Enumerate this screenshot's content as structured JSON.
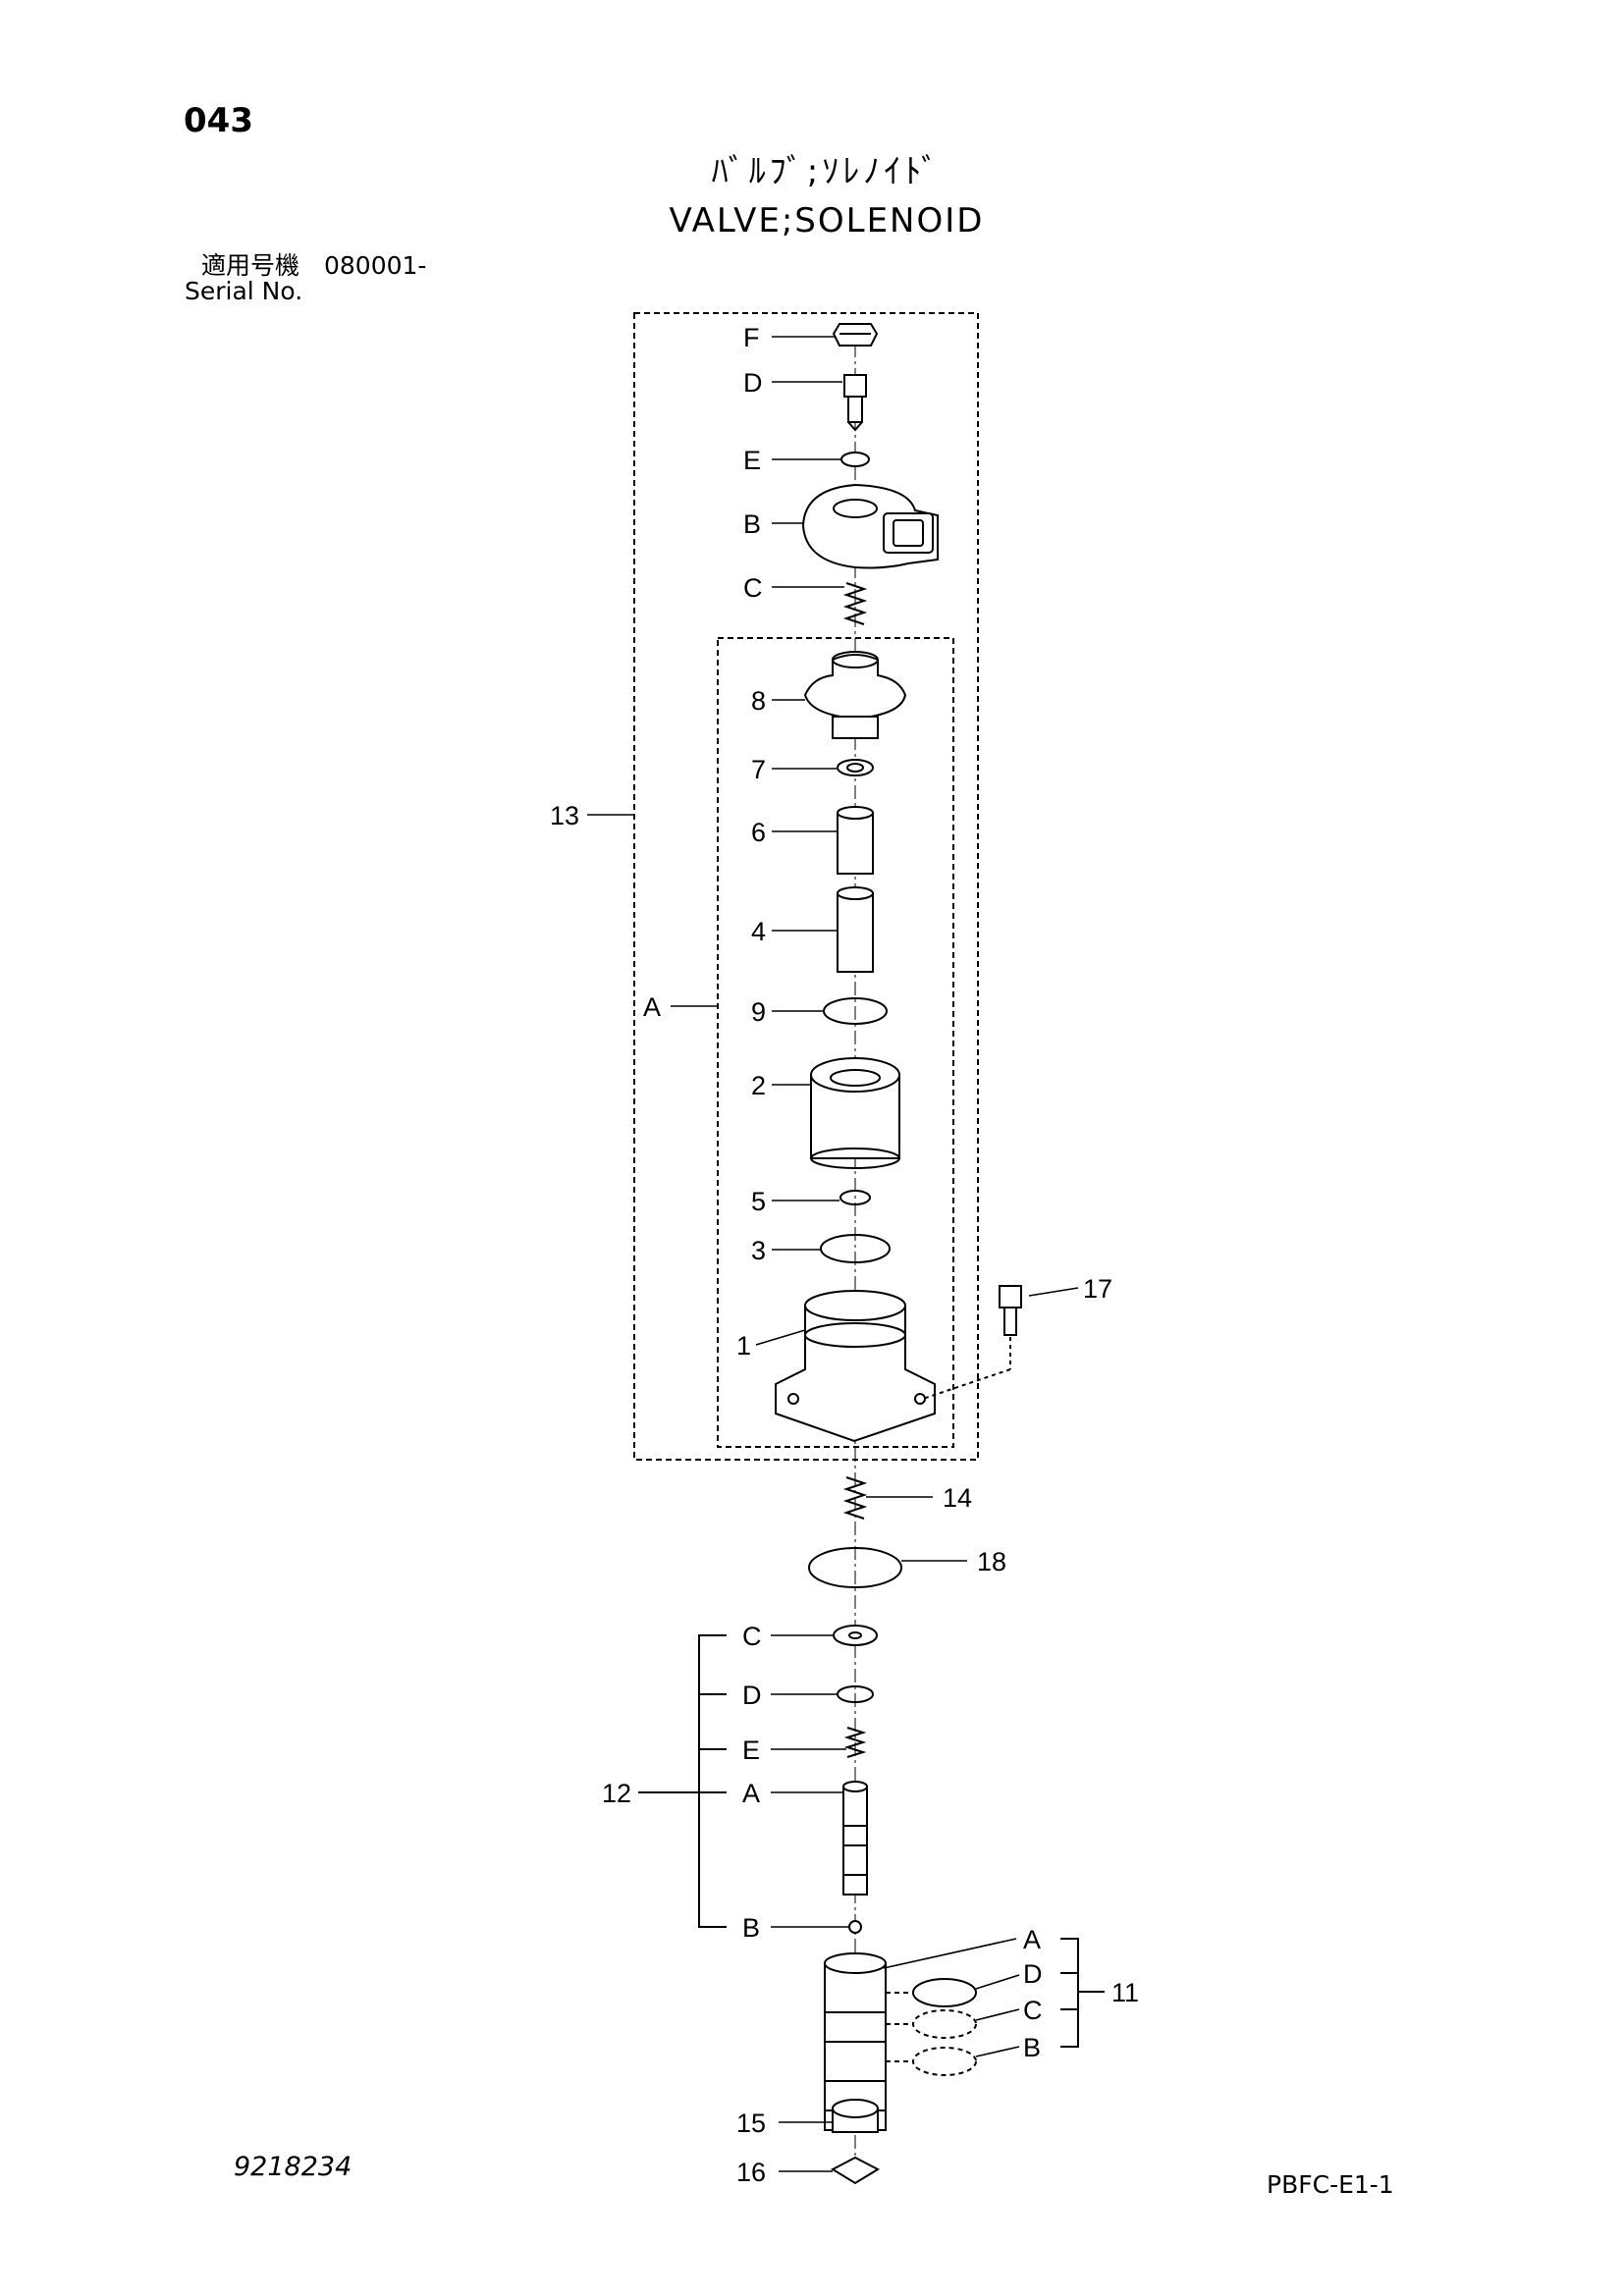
{
  "header": {
    "page_number": "043",
    "title_jp": "ﾊﾞﾙﾌﾞ;ｿﾚﾉｲﾄﾞ",
    "title_en": "VALVE;SOLENOID",
    "serial_label_jp": "適用号機　080001-",
    "serial_label_en": "Serial No."
  },
  "footer": {
    "document_number": "9218234",
    "reference_code": "PBFC-E1-1"
  },
  "callouts": {
    "F": "F",
    "D_top": "D",
    "E_top": "E",
    "B_top": "B",
    "C_top": "C",
    "p8": "8",
    "p7": "7",
    "p6": "6",
    "p4": "4",
    "p9": "9",
    "p2": "2",
    "p5": "5",
    "p3": "3",
    "p1": "1",
    "p13": "13",
    "A_group": "A",
    "p17": "17",
    "p14": "14",
    "p18": "18",
    "C_12": "C",
    "D_12": "D",
    "E_12": "E",
    "A_12": "A",
    "B_12": "B",
    "p12": "12",
    "A_11": "A",
    "D_11": "D",
    "C_11": "C",
    "B_11": "B",
    "p11": "11",
    "p15": "15",
    "p16": "16"
  }
}
